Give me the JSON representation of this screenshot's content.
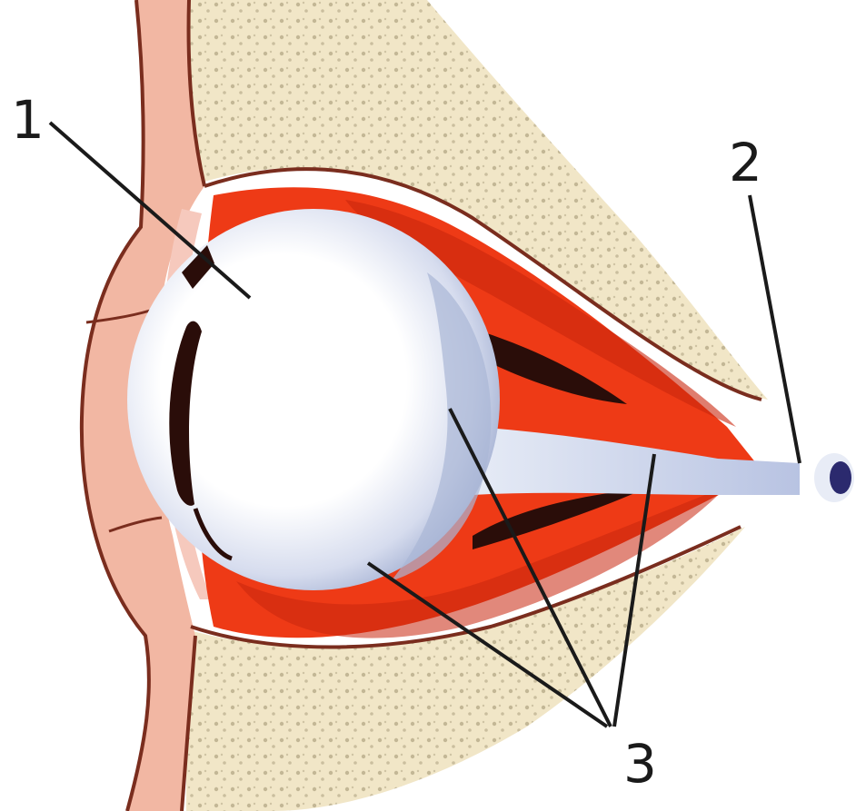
{
  "labels": {
    "one": "1",
    "two": "2",
    "three": "3"
  },
  "colors": {
    "bone": "#f1e6c7",
    "bone_speckle": "#9c8f6d",
    "eyelid": "#f2b7a3",
    "eyelid_edge": "#7a2d1e",
    "muscle": "#ee3a16",
    "muscle_dark": "#c9260e",
    "sclera": "#ffffff",
    "sclera_shadow": "#b9c4df",
    "pupil": "#2a0d09",
    "nerve": "#ccd6ee",
    "leader_line": "#1a1a1a"
  }
}
